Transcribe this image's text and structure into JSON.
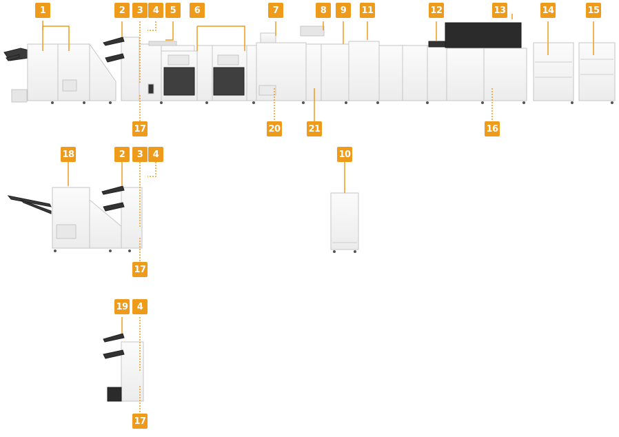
{
  "colors": {
    "badge": "#ee9a1a",
    "leader": "#ee9a1a",
    "machine_body": "#f4f4f4",
    "machine_edge": "#c9c9c9",
    "machine_dark": "#2b2b2b"
  },
  "callouts": [
    {
      "id": "callout-1",
      "label": "1"
    },
    {
      "id": "callout-2",
      "label": "2"
    },
    {
      "id": "callout-3",
      "label": "3"
    },
    {
      "id": "callout-4",
      "label": "4"
    },
    {
      "id": "callout-5",
      "label": "5"
    },
    {
      "id": "callout-6",
      "label": "6"
    },
    {
      "id": "callout-7",
      "label": "7"
    },
    {
      "id": "callout-8",
      "label": "8"
    },
    {
      "id": "callout-9",
      "label": "9"
    },
    {
      "id": "callout-11",
      "label": "11"
    },
    {
      "id": "callout-12",
      "label": "12"
    },
    {
      "id": "callout-13",
      "label": "13"
    },
    {
      "id": "callout-14",
      "label": "14"
    },
    {
      "id": "callout-15",
      "label": "15"
    },
    {
      "id": "callout-17a",
      "label": "17"
    },
    {
      "id": "callout-20",
      "label": "20"
    },
    {
      "id": "callout-21",
      "label": "21"
    },
    {
      "id": "callout-16",
      "label": "16"
    },
    {
      "id": "callout-18",
      "label": "18"
    },
    {
      "id": "callout-2b",
      "label": "2"
    },
    {
      "id": "callout-3b",
      "label": "3"
    },
    {
      "id": "callout-4b",
      "label": "4"
    },
    {
      "id": "callout-17b",
      "label": "17"
    },
    {
      "id": "callout-10",
      "label": "10"
    },
    {
      "id": "callout-19",
      "label": "19"
    },
    {
      "id": "callout-4c",
      "label": "4"
    },
    {
      "id": "callout-17c",
      "label": "17"
    }
  ]
}
